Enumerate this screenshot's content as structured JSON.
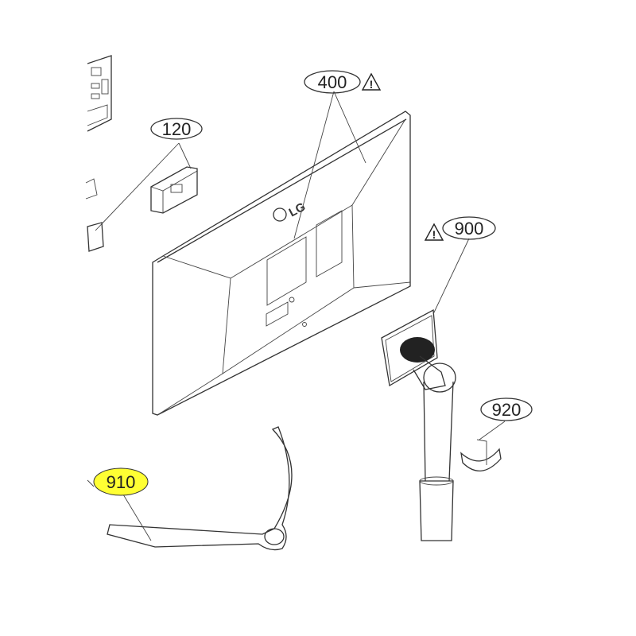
{
  "logo_text": "LG",
  "callouts": [
    {
      "id": "400",
      "label": "400",
      "warning": true
    },
    {
      "id": "120",
      "label": "120",
      "warning": false
    },
    {
      "id": "900",
      "label": "900",
      "warning": true
    },
    {
      "id": "920",
      "label": "920",
      "warning": false
    },
    {
      "id": "910",
      "label": "910",
      "warning": false,
      "highlighted": true
    }
  ],
  "warning_symbol": "!",
  "colors": {
    "highlight": "#ffff33",
    "line": "#333333"
  }
}
